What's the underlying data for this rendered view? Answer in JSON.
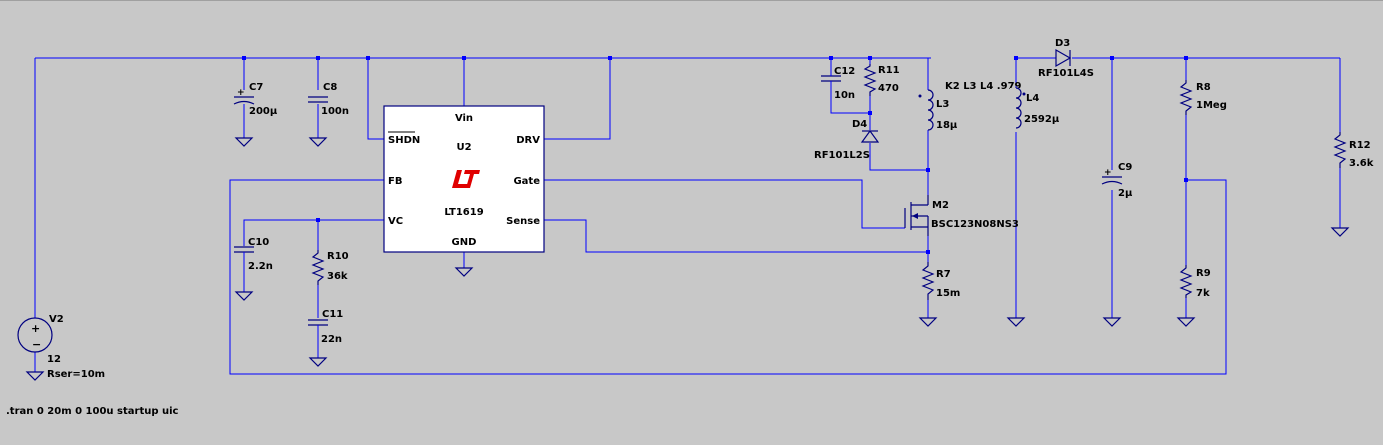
{
  "chip": {
    "name": "U2",
    "part": "LT1619",
    "pins": {
      "vin": "Vin",
      "shdn": "SHDN",
      "drv": "DRV",
      "fb": "FB",
      "gate": "Gate",
      "vc": "VC",
      "sense": "Sense",
      "gnd": "GND"
    },
    "logo_color": "#e00000"
  },
  "components": {
    "c7": {
      "ref": "C7",
      "value": "200µ"
    },
    "c8": {
      "ref": "C8",
      "value": "100n"
    },
    "c12": {
      "ref": "C12",
      "value": "10n"
    },
    "r11": {
      "ref": "R11",
      "value": "470"
    },
    "d4": {
      "ref": "D4",
      "value": "RF101L2S"
    },
    "l3": {
      "ref": "L3",
      "value": "18µ"
    },
    "l4": {
      "ref": "L4",
      "value": "2592µ"
    },
    "coupling": "K2 L3 L4 .979",
    "d3": {
      "ref": "D3",
      "value": "RF101L4S"
    },
    "c9": {
      "ref": "C9",
      "value": "2µ"
    },
    "r8": {
      "ref": "R8",
      "value": "1Meg"
    },
    "r9": {
      "ref": "R9",
      "value": "7k"
    },
    "r12": {
      "ref": "R12",
      "value": "3.6k"
    },
    "m2": {
      "ref": "M2",
      "value": "BSC123N08NS3"
    },
    "r7": {
      "ref": "R7",
      "value": "15m"
    },
    "c10": {
      "ref": "C10",
      "value": "2.2n"
    },
    "r10": {
      "ref": "R10",
      "value": "36k"
    },
    "c11": {
      "ref": "C11",
      "value": "22n"
    },
    "v2": {
      "ref": "V2",
      "value": "12",
      "rser": "Rser=10m"
    }
  },
  "directive": ".tran 0 20m 0 100u startup uic",
  "colors": {
    "background": "#c8c8c8",
    "wire": "#0000ff",
    "symbol": "#000080"
  }
}
